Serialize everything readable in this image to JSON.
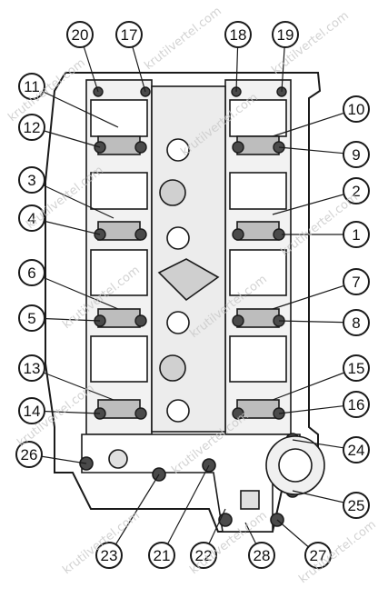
{
  "diagram": {
    "callouts": [
      "1",
      "2",
      "3",
      "4",
      "5",
      "6",
      "7",
      "8",
      "9",
      "10",
      "11",
      "12",
      "13",
      "14",
      "15",
      "16",
      "17",
      "18",
      "19",
      "20",
      "21",
      "22",
      "23",
      "24",
      "25",
      "26",
      "27",
      "28"
    ]
  },
  "watermark": "krutilvertel.com",
  "colors": {
    "line": "#1a1a1a",
    "fill": "#ffffff",
    "shade": "#d9d9d9",
    "dark": "#7a7a7a"
  }
}
